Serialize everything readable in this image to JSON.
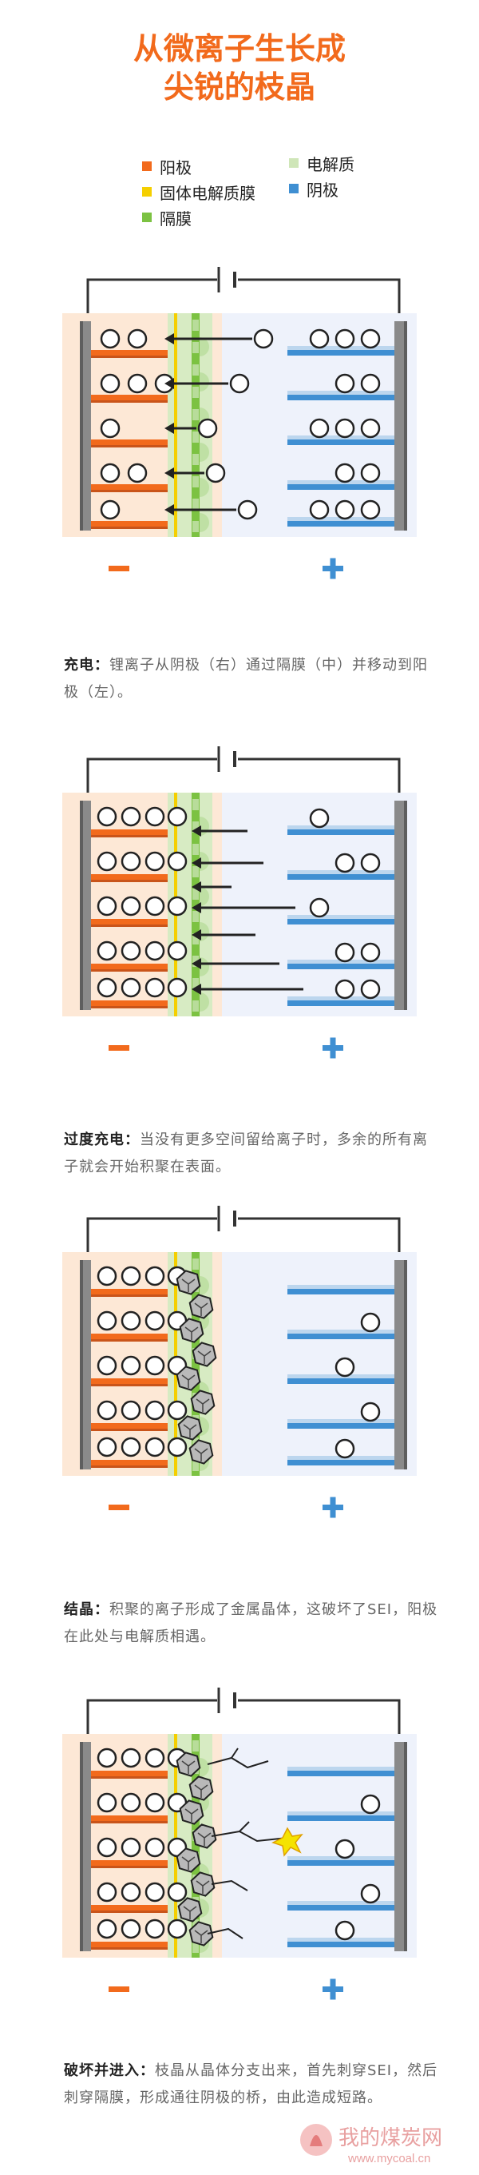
{
  "title_line1": "从微离子生长成",
  "title_line2": "尖锐的枝晶",
  "legend": [
    {
      "label": "阳极",
      "color": "#f26a1c"
    },
    {
      "label": "固体电解质膜",
      "color": "#f5cf00"
    },
    {
      "label": "隔膜",
      "color": "#7cc242"
    },
    {
      "label": "电解质",
      "color": "#cfe6b8"
    },
    {
      "label": "阴极",
      "color": "#3f8fd2"
    }
  ],
  "panels": [
    {
      "minus": "−",
      "plus": "+",
      "caption_bold": "充电：",
      "caption_text": "锂离子从阴极（右）通过隔膜（中）并移动到阳极（左）。"
    },
    {
      "minus": "−",
      "plus": "+",
      "caption_bold": "过度充电：",
      "caption_text": "当没有更多空间留给离子时，多余的所有离子就会开始积聚在表面。"
    },
    {
      "minus": "−",
      "plus": "+",
      "caption_bold": "结晶：",
      "caption_text": "积聚的离子形成了金属晶体，这破坏了SEI，阳极在此处与电解质相遇。"
    },
    {
      "minus": "−",
      "plus": "+",
      "caption_bold": "破坏并进入：",
      "caption_text": "枝晶从晶体分支出来，首先刺穿SEI，然后刺穿隔膜，形成通往阴极的桥，由此造成短路。"
    }
  ],
  "watermark": {
    "name": "我的煤炭网",
    "url": "www.mycoal.cn"
  }
}
